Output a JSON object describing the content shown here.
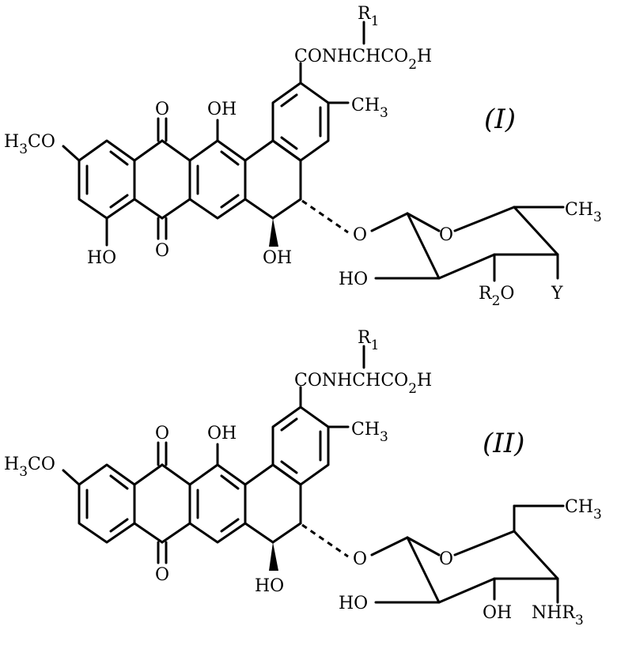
{
  "compound_I": {
    "label": "(I)",
    "amide": {
      "main": "CONHCHCO",
      "sub": "2",
      "end": "H"
    },
    "r1": {
      "main": "R",
      "sub": "1"
    },
    "methyl": {
      "main": "CH",
      "sub": "3"
    },
    "methoxy": {
      "pre": "H",
      "sub": "3",
      "main": "CO"
    },
    "oh_top": "OH",
    "ho_left": "HO",
    "oh_mid": "OH",
    "o_top": "O",
    "o_bottom": "O",
    "glycoside_o": "O",
    "ring_o": "O",
    "sugar_ch3": {
      "main": "CH",
      "sub": "3"
    },
    "sugar_ho": "HO",
    "r2o": {
      "main": "R",
      "sub": "2",
      "end": "O"
    },
    "y": "Y"
  },
  "compound_II": {
    "label": "(II)",
    "amide": {
      "main": "CONHCHCO",
      "sub": "2",
      "end": "H"
    },
    "r1": {
      "main": "R",
      "sub": "1"
    },
    "methyl": {
      "main": "CH",
      "sub": "3"
    },
    "methoxy": {
      "pre": "H",
      "sub": "3",
      "main": "CO"
    },
    "oh_top": "OH",
    "o_top": "O",
    "o_bottom": "O",
    "ho_mid": "HO",
    "glycoside_o": "O",
    "ring_o": "O",
    "sugar_ch3": {
      "main": "CH",
      "sub": "3"
    },
    "sugar_ho": "HO",
    "sugar_oh": "OH",
    "nhr3": {
      "main": "NHR",
      "sub": "3"
    }
  }
}
